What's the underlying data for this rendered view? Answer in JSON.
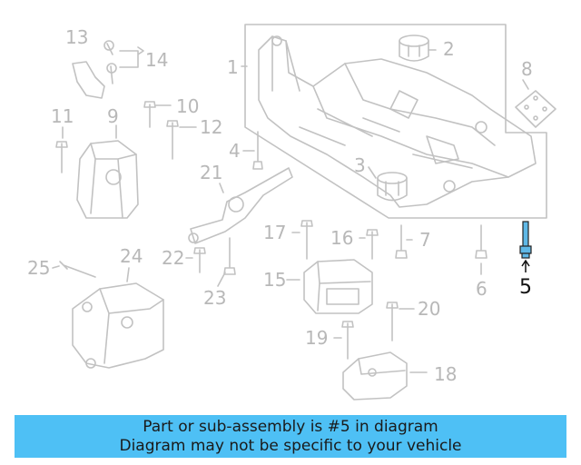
{
  "colors": {
    "part_line": "#c2c2c2",
    "highlight_part": "#5fb8e6",
    "banner_bg": "#4ec0f5"
  },
  "callouts": {
    "c1": "1",
    "c2": "2",
    "c3": "3",
    "c4": "4",
    "c5": "5",
    "c6": "6",
    "c7": "7",
    "c8": "8",
    "c9": "9",
    "c10": "10",
    "c11": "11",
    "c12": "12",
    "c13": "13",
    "c14": "14",
    "c15": "15",
    "c16": "16",
    "c17": "17",
    "c18": "18",
    "c19": "19",
    "c20": "20",
    "c21": "21",
    "c22": "22",
    "c23": "23",
    "c24": "24",
    "c25": "25"
  },
  "banner": {
    "line1": "Part or sub-assembly is #5 in diagram",
    "line2": "Diagram may not be specific to your vehicle"
  }
}
